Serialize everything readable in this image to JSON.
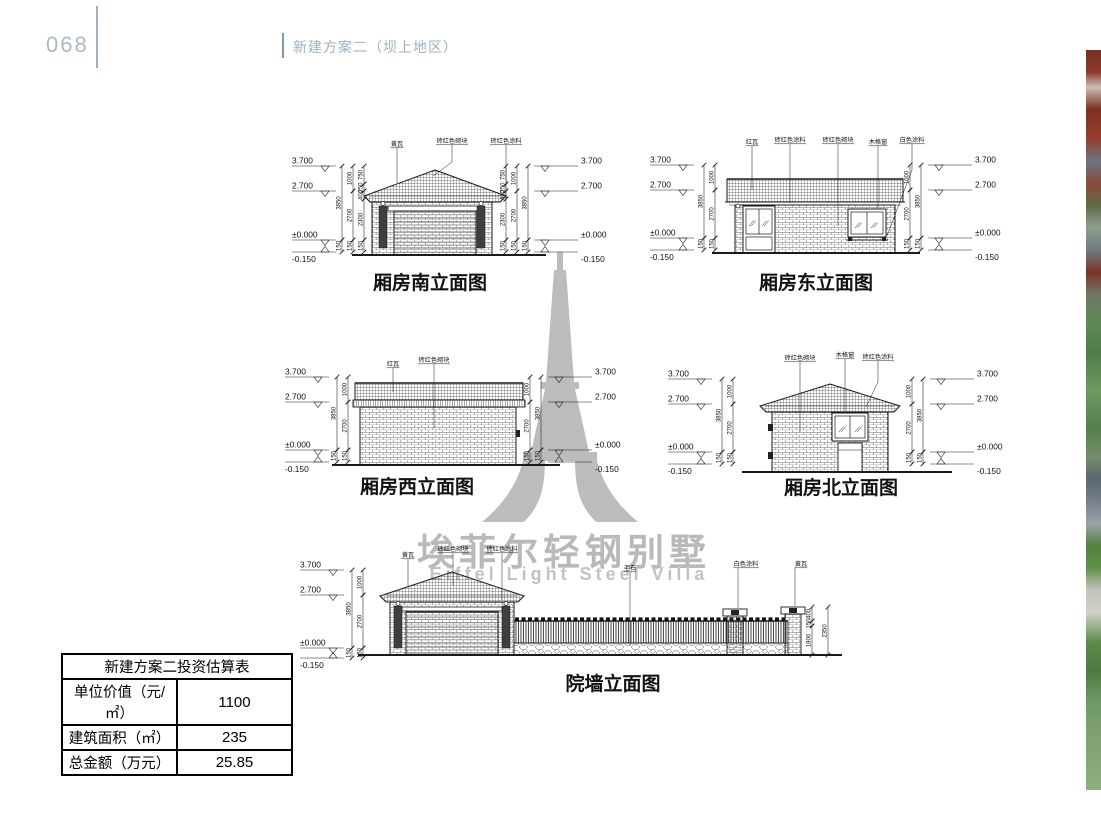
{
  "header": {
    "page_number": "068",
    "section": "新建方案二（坝上地区）"
  },
  "watermark": {
    "cn": "埃菲尔轻钢别墅",
    "en": "Eiffel Light Steel Villa"
  },
  "drawings": {
    "common": {
      "elevations": [
        "3.700",
        "2.700",
        "±0.000",
        "-0.150"
      ],
      "dims": {
        "total": "3850",
        "upper": "1000",
        "wall": "2700",
        "base": "150"
      }
    },
    "south": {
      "title": "厢房南立面图",
      "materials": [
        "黄瓦",
        "砖红色砌块",
        "砖红色涂料"
      ],
      "extra_dims": {
        "roof_a": "750",
        "roof_b": "250",
        "lintel": "400",
        "door": "2300"
      }
    },
    "east": {
      "title": "厢房东立面图",
      "materials": [
        "红瓦",
        "砖红色涂料",
        "砖红色砌块",
        "木格窗",
        "白色涂料"
      ]
    },
    "west": {
      "title": "厢房西立面图",
      "materials": [
        "红瓦",
        "砖红色砌块"
      ]
    },
    "north": {
      "title": "厢房北立面图",
      "materials": [
        "砖红色砌块",
        "木格窗",
        "砖红色涂料"
      ]
    },
    "wall": {
      "title": "院墙立面图",
      "materials": [
        "黄瓦",
        "砖红色砌块",
        "砖红色涂料",
        "毛石",
        "白色涂料",
        "黄瓦"
      ],
      "extra_dims": {
        "cap": "400",
        "rail": "150",
        "fence": "1800",
        "fence_total": "2350"
      }
    }
  },
  "estimate_table": {
    "title": "新建方案二投资估算表",
    "rows": [
      {
        "label": "单位价值（元/㎡）",
        "value": "1100"
      },
      {
        "label": "建筑面积（㎡）",
        "value": "235"
      },
      {
        "label": "总金额（万元）",
        "value": "25.85"
      }
    ]
  },
  "colors": {
    "ink": "#1a1a1a",
    "header_text": "#9fb2bf",
    "header_bar": "#7e9bb0",
    "watermark_gray": "#b9b9b9"
  }
}
